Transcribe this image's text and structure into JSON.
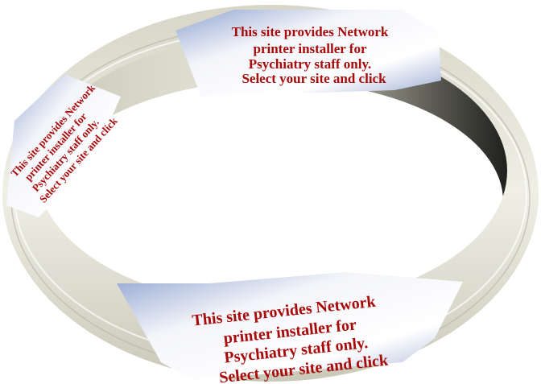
{
  "graphic": {
    "description_lines": [
      "This site provides  Network",
      "printer installer  for",
      "Psychiatry  staff only.",
      "Select your site and click"
    ],
    "colors": {
      "text": "#a80a0a",
      "ring": "#e4e3d6",
      "panel": "#dfe6f3"
    }
  }
}
